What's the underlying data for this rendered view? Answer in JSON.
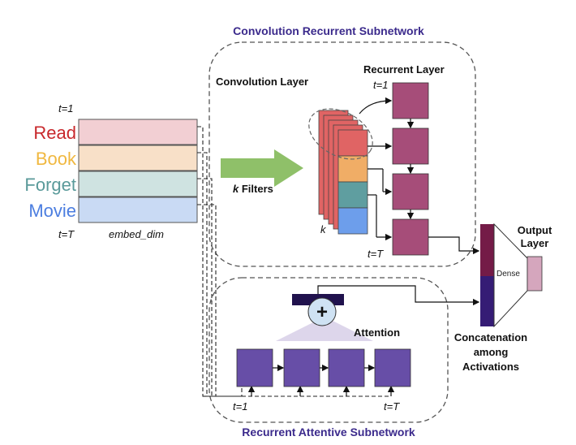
{
  "titles": {
    "conv_subnetwork": "Convolution Recurrent Subnetwork",
    "att_subnetwork": "Recurrent Attentive Subnetwork"
  },
  "input": {
    "t_start": "t=1",
    "t_end": "t=T",
    "dim_label": "embed_dim",
    "words": [
      {
        "text": "Read",
        "color": "#c8282c",
        "row_color": "#f2cfd3"
      },
      {
        "text": "Book",
        "color": "#f0b840",
        "row_color": "#f8e0c8"
      },
      {
        "text": "Forget",
        "color": "#5a9a9a",
        "row_color": "#cfe3e1"
      },
      {
        "text": "Movie",
        "color": "#4c7ee0",
        "row_color": "#c9daf4"
      }
    ]
  },
  "filters": {
    "k": "k",
    "label": " Filters",
    "arrow_color": "#8fc069"
  },
  "conv_layer": {
    "title": "Convolution Layer",
    "k": "k",
    "colors": [
      "#e06464",
      "#f0ad66",
      "#5f9ea0",
      "#6d9eeb"
    ]
  },
  "recurrent_layer": {
    "title": "Recurrent Layer",
    "t_start": "t=1",
    "t_end": "t=T",
    "cell_color": "#a64d79"
  },
  "attention": {
    "label": "Attention",
    "plus": "+",
    "t_start": "t=1",
    "t_end": "t=T",
    "cell_color": "#674ea7",
    "bar_color": "#20124d"
  },
  "concat": {
    "label_lines": [
      "Concatenation",
      "among",
      "Activations"
    ],
    "top_color": "#741b47",
    "bottom_color": "#351c75"
  },
  "dense": {
    "label": "Dense"
  },
  "output": {
    "title_lines": [
      "Output",
      "Layer"
    ],
    "color": "#d5a6bd"
  }
}
